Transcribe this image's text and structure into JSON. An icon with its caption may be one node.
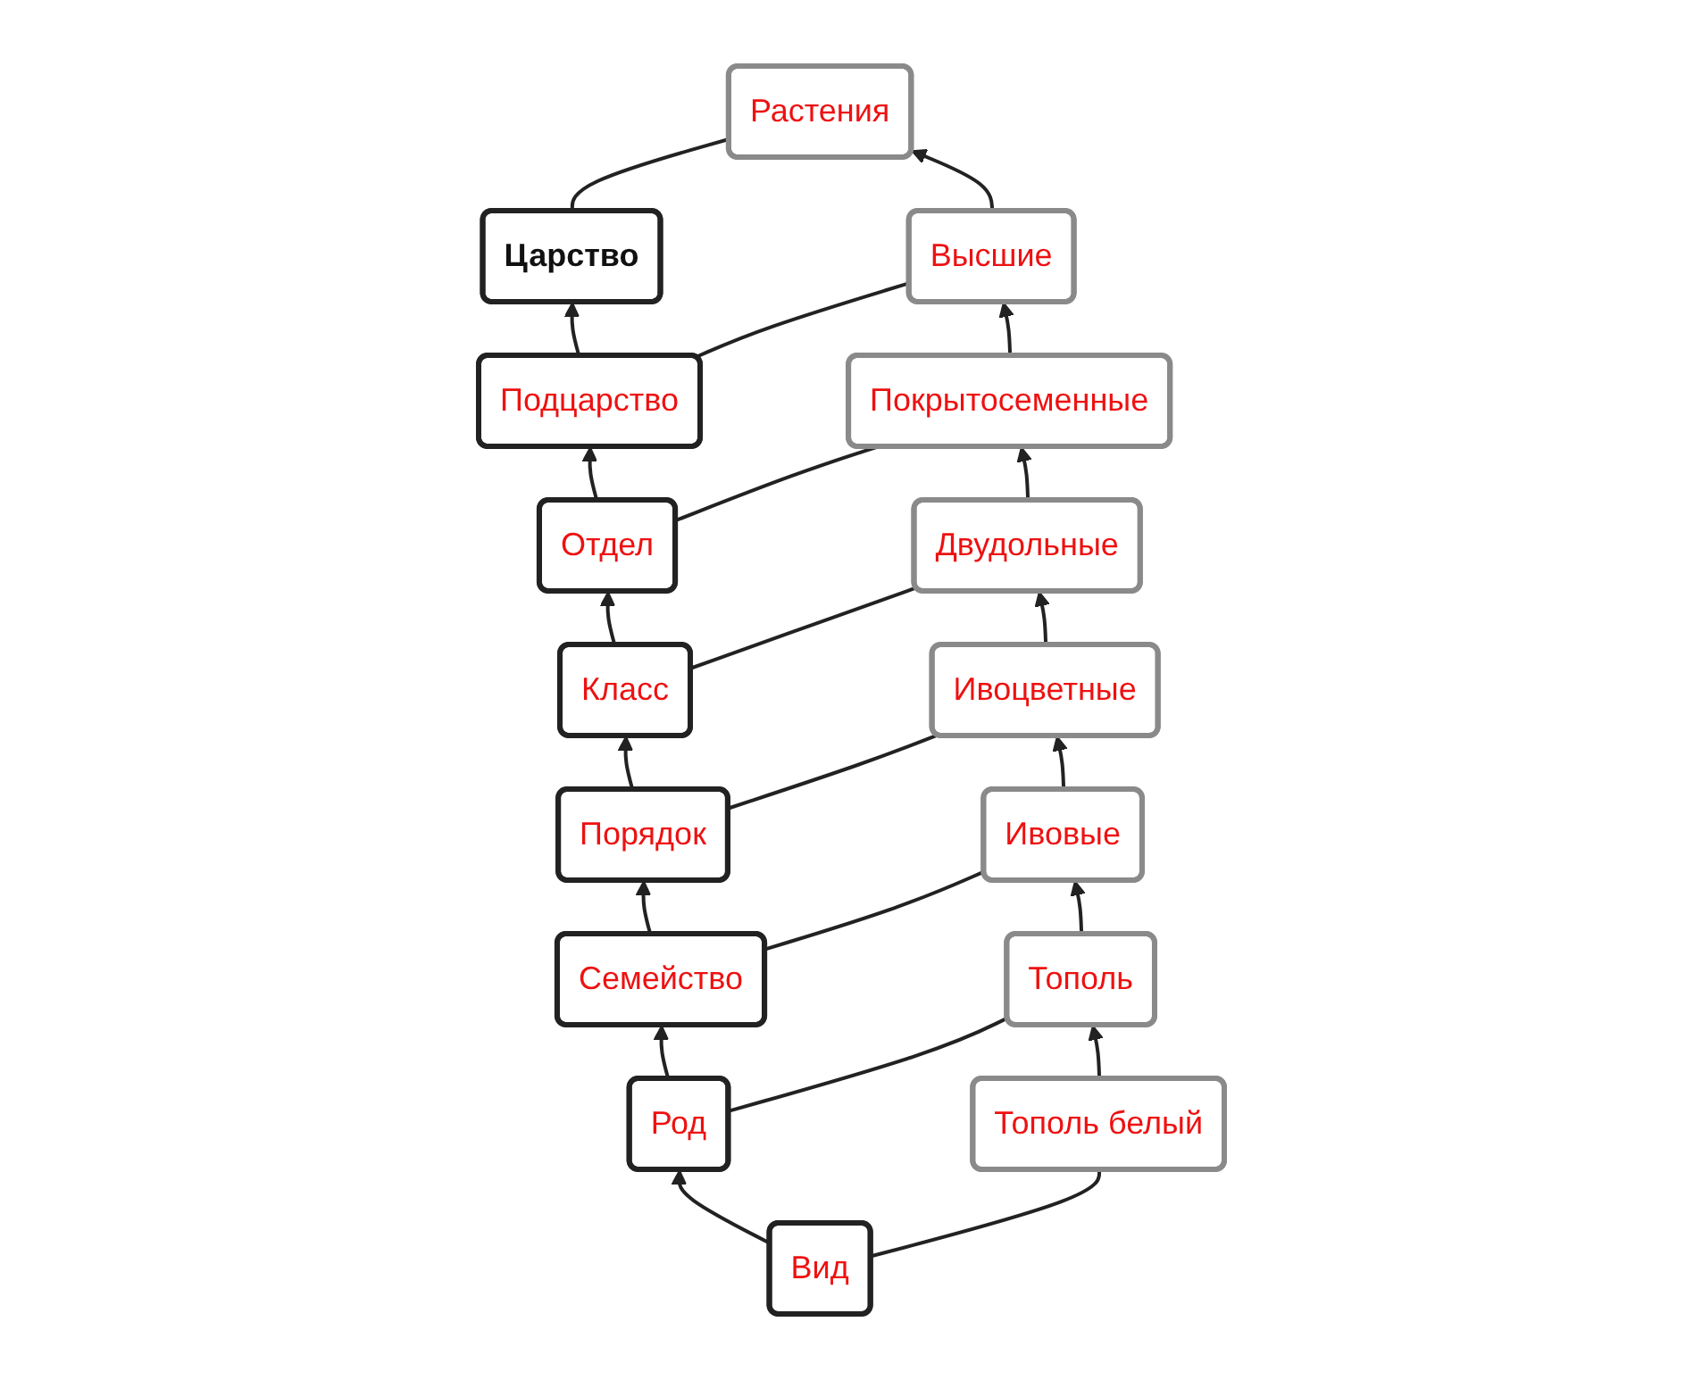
{
  "diagram": {
    "nodes": [
      {
        "text": [
          "Царство"
        ]
      },
      {
        "text": [
          "Растения"
        ]
      },
      {
        "text": [
          "Подцарство"
        ]
      },
      {
        "text": [
          "Высшие"
        ]
      },
      {
        "text": [
          "Отдел"
        ]
      },
      {
        "text": [
          "Покрытосеменные"
        ]
      },
      {
        "text": [
          "Класс"
        ]
      },
      {
        "text": [
          "Двудольные"
        ]
      },
      {
        "text": [
          "Порядок"
        ]
      },
      {
        "text": [
          "Ивоцветные"
        ]
      },
      {
        "text": [
          "Семейство"
        ]
      },
      {
        "text": [
          "Ивовые"
        ]
      },
      {
        "text": [
          "Род"
        ]
      },
      {
        "text": [
          "Тополь"
        ]
      },
      {
        "text": [
          "Вид"
        ]
      },
      {
        "text": [
          "Тополь белый"
        ]
      }
    ],
    "edges": [
      {
        "from": 0,
        "to": 1,
        "arrow": "none"
      },
      {
        "from": 2,
        "to": 3,
        "arrow": "none"
      },
      {
        "from": 4,
        "to": 5,
        "arrow": "none"
      },
      {
        "from": 6,
        "to": 7,
        "arrow": "none"
      },
      {
        "from": 8,
        "to": 9,
        "arrow": "none"
      },
      {
        "from": 10,
        "to": 11,
        "arrow": "none"
      },
      {
        "from": 12,
        "to": 13,
        "arrow": "none"
      },
      {
        "from": 14,
        "to": 15,
        "arrow": "none"
      },
      {
        "from": 2,
        "to": 0,
        "arrow": "to"
      },
      {
        "from": 4,
        "to": 2,
        "arrow": "to"
      },
      {
        "from": 6,
        "to": 4,
        "arrow": "to"
      },
      {
        "from": 8,
        "to": 6,
        "arrow": "to"
      },
      {
        "from": 10,
        "to": 8,
        "arrow": "to"
      },
      {
        "from": 12,
        "to": 10,
        "arrow": "to"
      },
      {
        "from": 14,
        "to": 12,
        "arrow": "to"
      },
      {
        "from": 3,
        "to": 1,
        "arrow": "to"
      },
      {
        "from": 5,
        "to": 3,
        "arrow": "to"
      },
      {
        "from": 7,
        "to": 5,
        "arrow": "to"
      },
      {
        "from": 9,
        "to": 7,
        "arrow": "to"
      },
      {
        "from": 11,
        "to": 9,
        "arrow": "to"
      },
      {
        "from": 13,
        "to": 11,
        "arrow": "to"
      },
      {
        "from": 15,
        "to": 13,
        "arrow": "to"
      }
    ]
  }
}
